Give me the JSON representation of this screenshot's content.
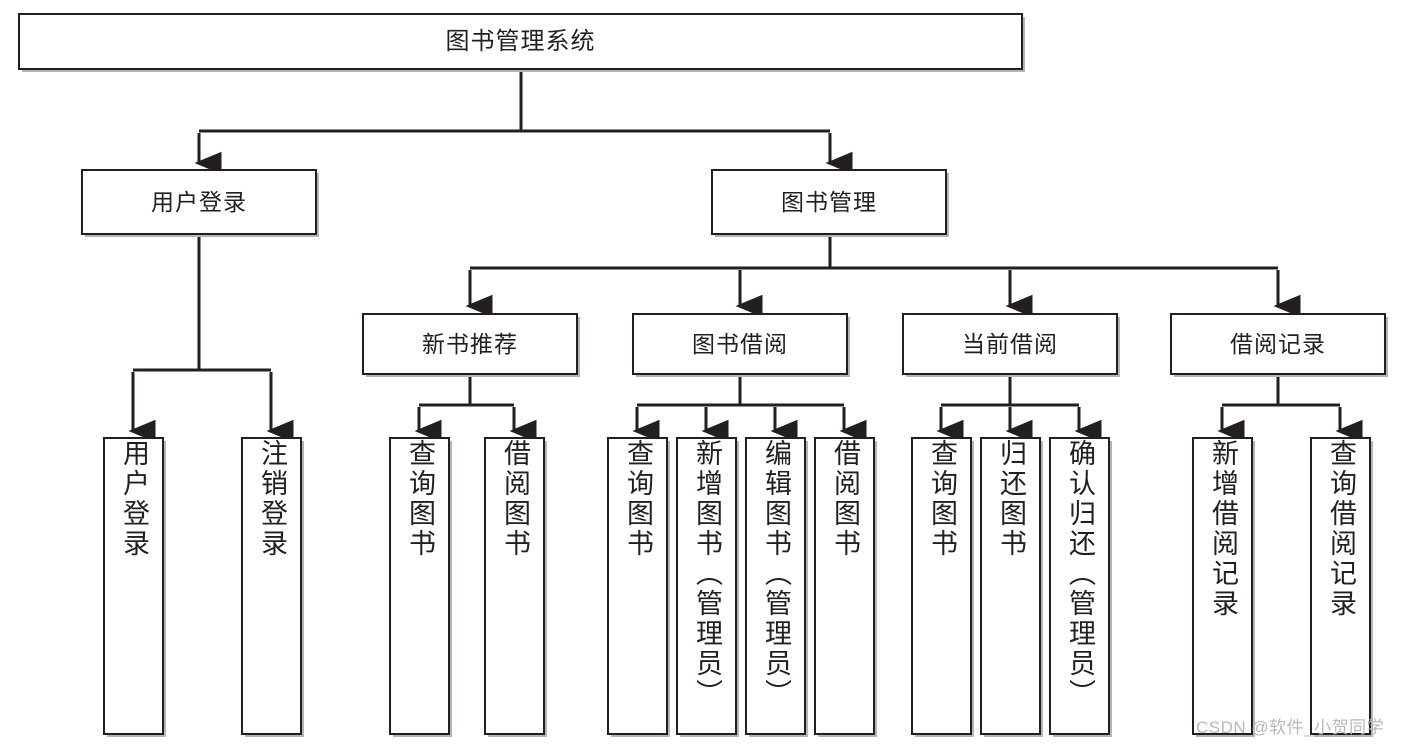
{
  "diagram": {
    "title": "图书管理系统",
    "type": "tree-hierarchy-diagram",
    "colors": {
      "stroke": "#231f20",
      "fill": "#ffffff",
      "shadow": "#787878",
      "watermark": "#b9b9b9"
    },
    "root": {
      "label": "图书管理系统"
    },
    "level2": [
      {
        "label": "用户登录"
      },
      {
        "label": "图书管理"
      }
    ],
    "level3": [
      {
        "label": "新书推荐"
      },
      {
        "label": "图书借阅"
      },
      {
        "label": "当前借阅"
      },
      {
        "label": "借阅记录"
      }
    ],
    "leaves": {
      "user_login": [
        {
          "label": "用户登录"
        },
        {
          "label": "注销登录"
        }
      ],
      "new_book_recommend": [
        {
          "label": "查询图书"
        },
        {
          "label": "借阅图书"
        }
      ],
      "book_borrow": [
        {
          "label": "查询图书"
        },
        {
          "label": "新增图书（管理员）"
        },
        {
          "label": "编辑图书（管理员）"
        },
        {
          "label": "借阅图书"
        }
      ],
      "current_borrow": [
        {
          "label": "查询图书"
        },
        {
          "label": "归还图书"
        },
        {
          "label": "确认归还（管理员）"
        }
      ],
      "borrow_records": [
        {
          "label": "新增借阅记录"
        },
        {
          "label": "查询借阅记录"
        }
      ]
    }
  },
  "watermark": {
    "text": "CSDN @软件_小贺同学"
  }
}
